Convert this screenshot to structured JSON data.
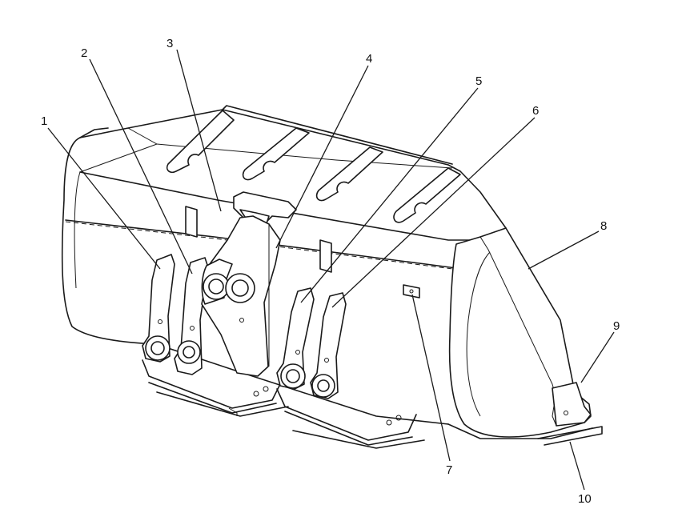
{
  "colors": {
    "line": "#1a1a1a",
    "background": "#ffffff"
  },
  "callouts": [
    {
      "number": "1"
    },
    {
      "number": "2"
    },
    {
      "number": "3"
    },
    {
      "number": "4"
    },
    {
      "number": "5"
    },
    {
      "number": "6"
    },
    {
      "number": "7"
    },
    {
      "number": "8"
    },
    {
      "number": "9"
    },
    {
      "number": "10"
    }
  ]
}
